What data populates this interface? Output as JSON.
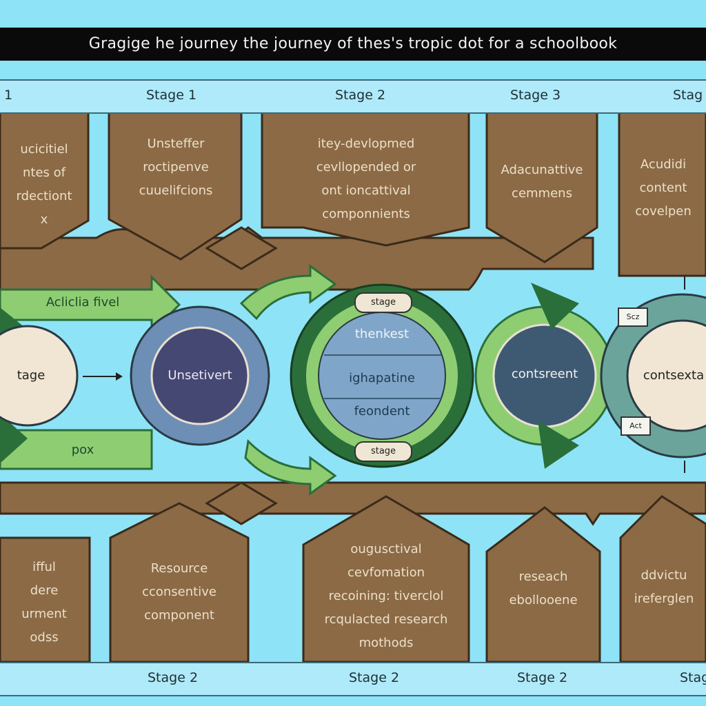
{
  "title": "Gragige he journey the journey of  thes's tropic dot for a schoolbook",
  "stage_bar_top": [
    "1",
    "Stage 1",
    "Stage 2",
    "Stage 3",
    "Stag"
  ],
  "stage_bar_bottom": [
    "Stage 2",
    "Stage 2",
    "Stage 2",
    "Stag"
  ],
  "top_boxes": [
    "ucicitiel\nntes of\nrdectiont\nx",
    "Unsteffer\nroctipenve\ncuuelifcions",
    "itey-devlopmed\ncevllopended or\nont ioncattival\ncomponnients",
    "Adacunattive\ncemmens",
    "Acudidi\ncontent\ncovelpen"
  ],
  "bottom_boxes": [
    "ifful\ndere\nurment\nodss",
    "Resource\ncconsentive\ncomponent",
    "ougusctival\ncevfomation\nrecoining: tiverclol\nrcqulacted research\nmothods",
    "reseach\nebollooene",
    "ddvictu\nireferglen"
  ],
  "arrow_labels": {
    "upper": "Acliclia fivel",
    "lower": "pox"
  },
  "nodes": {
    "left": "tage",
    "second": "Unsetivert",
    "center": [
      "thenkest",
      "ighapatine",
      "feondent"
    ],
    "center_tags": [
      "stage",
      "stage"
    ],
    "fourth": "contsreent",
    "right": "contsexta"
  },
  "side_tags": [
    "Scz",
    "Act"
  ],
  "colors": {
    "background": "#8fe3f7",
    "band": "#aeeaf9",
    "brown": "#8b6a45",
    "green_dark": "#2a6e3a",
    "green_light": "#8fcd72",
    "blue_steel": "#6d8fb5",
    "navy": "#454872",
    "slate": "#3e5a72",
    "teal": "#6aa49a",
    "cream": "#f1e6d3"
  }
}
